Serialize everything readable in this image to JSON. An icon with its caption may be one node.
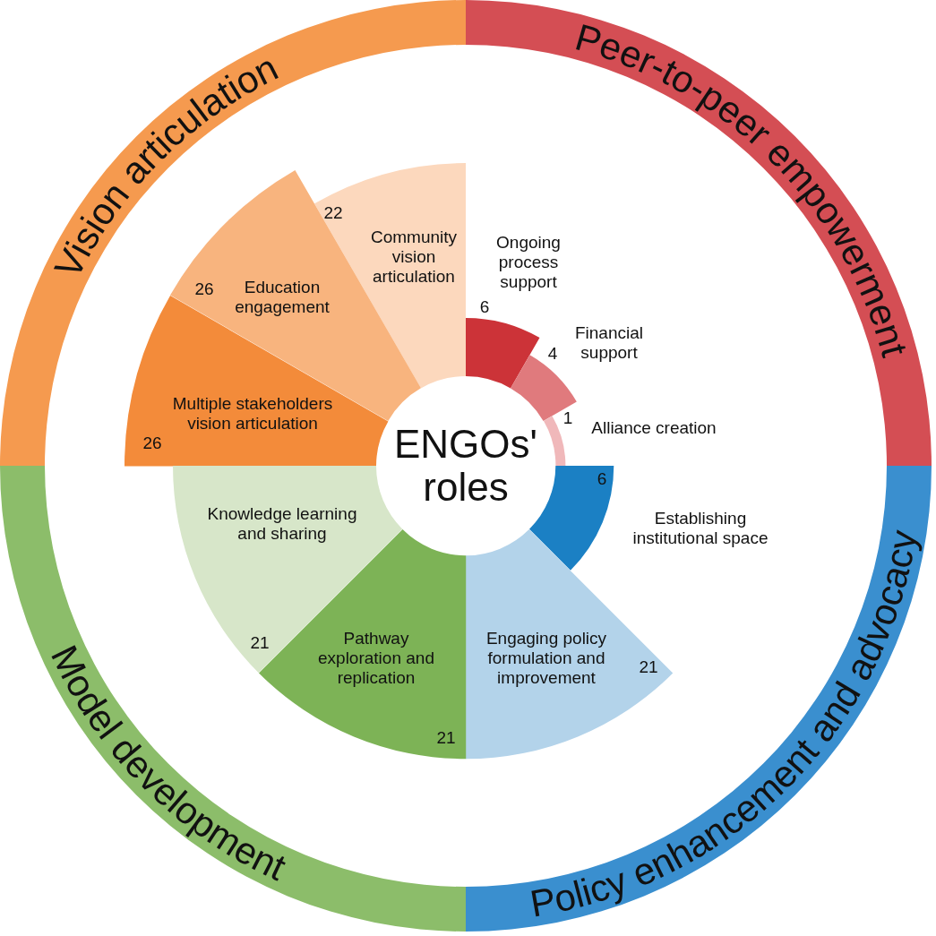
{
  "diagram": {
    "nodes": [
      {
        "text": [
          "Vision articulation"
        ]
      },
      {
        "text": [
          "Peer-to-peer empowerment"
        ]
      },
      {
        "text": [
          "Model development"
        ]
      },
      {
        "text": [
          "Policy enhancement and advocacy"
        ]
      },
      {
        "text": [
          "ENGOs' roles"
        ]
      },
      {
        "text": [
          "22",
          "Community vision articulation"
        ]
      },
      {
        "text": [
          "26",
          "Education engagement"
        ]
      },
      {
        "text": [
          "Multiple stakeholders vision articulation",
          "26"
        ]
      },
      {
        "text": [
          "Ongoing process support"
        ],
        "beside": [
          "6"
        ]
      },
      {
        "text": [
          "Financial support"
        ],
        "beside": [
          "4"
        ]
      },
      {
        "text": [
          "Alliance creation"
        ],
        "beside": [
          "1"
        ]
      },
      {
        "text": [
          "6",
          "Establishing institutional space"
        ]
      },
      {
        "text": [
          "Engaging policy formulation and improvement",
          "21"
        ]
      },
      {
        "text": [
          "Pathway exploration and replication",
          "21"
        ]
      },
      {
        "text": [
          "Knowledge learning and sharing",
          "21"
        ]
      }
    ]
  }
}
